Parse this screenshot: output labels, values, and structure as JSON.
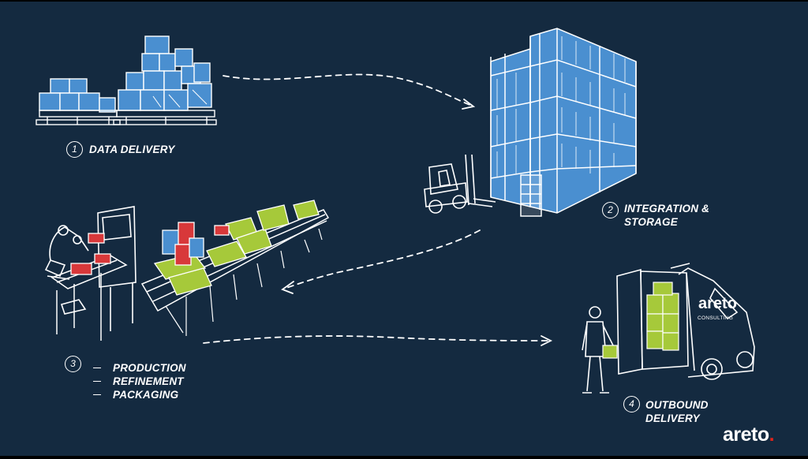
{
  "steps": [
    {
      "number": "1",
      "label": "DATA DELIVERY"
    },
    {
      "number": "2",
      "label_lines": [
        "INTEGRATION &",
        "STORAGE"
      ]
    },
    {
      "number": "3",
      "items": [
        "PRODUCTION",
        "REFINEMENT",
        "PACKAGING"
      ]
    },
    {
      "number": "4",
      "label_lines": [
        "OUTBOUND",
        "DELIVERY"
      ]
    }
  ],
  "van": {
    "brand": "areto",
    "sub": "CONSULTING"
  },
  "logo": {
    "text": "areto",
    "dot": "."
  },
  "colors": {
    "background": "#142a40",
    "sketch_lines": "#ffffff",
    "boxes_blue": "#4a8fd0",
    "boxes_green": "#a6c93a",
    "boxes_red": "#d8383a",
    "logo_dot": "#e2231a"
  },
  "icons": [
    "pallet-boxes-icon",
    "warehouse-rack-icon",
    "forklift-icon",
    "conveyor-icon",
    "robot-arm-icon",
    "delivery-van-icon",
    "person-icon"
  ]
}
